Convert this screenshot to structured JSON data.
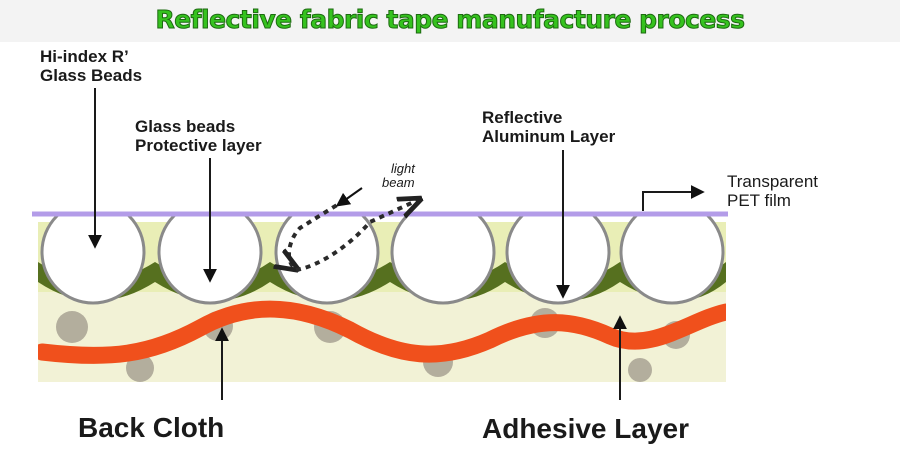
{
  "title": "Reflective fabric tape manufacture process",
  "labels": {
    "hi_index_beads_line1": "Hi-index R’",
    "hi_index_beads_line2": "Glass Beads",
    "protective_layer_line1": "Glass beads",
    "protective_layer_line2": "Protective layer",
    "light_beam_line1": "light",
    "light_beam_line2": "beam",
    "aluminum_layer_line1": "Reflective",
    "aluminum_layer_line2": "Aluminum Layer",
    "pet_film_line1": "Transparent",
    "pet_film_line2": "PET film",
    "back_cloth": "Back Cloth",
    "adhesive_layer": "Adhesive Layer"
  },
  "colors": {
    "title_text": "#35c21e",
    "pet_film": "#b39ce8",
    "glass_bead_fill": "#ffffff",
    "protective_layer": "#e9eeb6",
    "aluminum_layer": "#56701f",
    "adhesive_layer": "#f2f2d6",
    "back_cloth_thread": "#f0501c",
    "cloth_fiber": "#b3ae9d"
  }
}
